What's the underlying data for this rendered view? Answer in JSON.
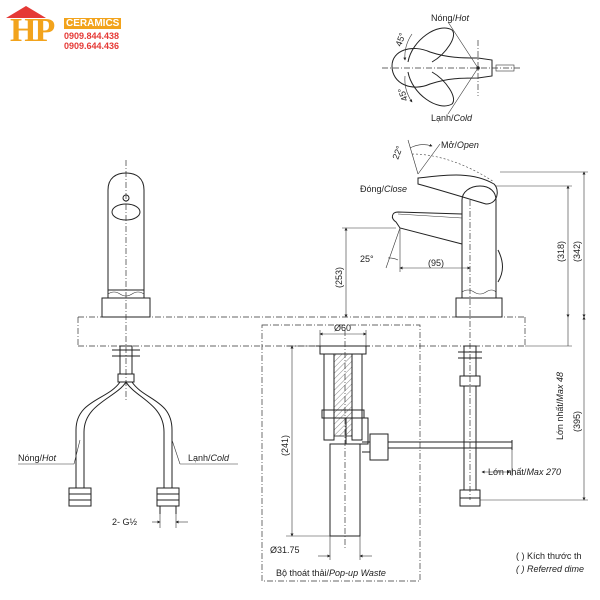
{
  "logo": {
    "mark": "HP",
    "brand": "CERAMICS",
    "phone_1": "0909.844.438",
    "phone_2": "0909.644.436"
  },
  "top_view": {
    "hot_vi": "Nóng/",
    "hot_en": "Hot",
    "cold_vi": "Lạnh/",
    "cold_en": "Cold",
    "angle_top": "45°",
    "angle_bottom": "45°"
  },
  "side_view": {
    "open_vi": "Mở/",
    "open_en": "Open",
    "close_vi": "Đóng/",
    "close_en": "Close",
    "angle_lever": "22°",
    "angle_spout": "25°",
    "dim_reach": "(95)",
    "dim_spout_height": "(253)",
    "dim_body_height": "(318)",
    "dim_total_height": "(342)",
    "dim_below": "(395)",
    "max_thickness_vi": "Lớn nhất/",
    "max_thickness_en": "Max 48",
    "max_length_vi": "Lớn nhất/",
    "max_length_en": "Max 270"
  },
  "front_view": {
    "hot_vi": "Nóng/",
    "hot_en": "Hot",
    "cold_vi": "Lạnh/",
    "cold_en": "Cold",
    "thread": "2- G½"
  },
  "waste": {
    "dim_top": "Ø60",
    "dim_height": "(241)",
    "dim_bottom": "Ø31.75",
    "caption_vi": "Bộ thoát thải/",
    "caption_en": "Pop-up Waste"
  },
  "legend": {
    "line_1": "(  ) Kích thước th",
    "line_2": "(  ) Referred dime"
  }
}
